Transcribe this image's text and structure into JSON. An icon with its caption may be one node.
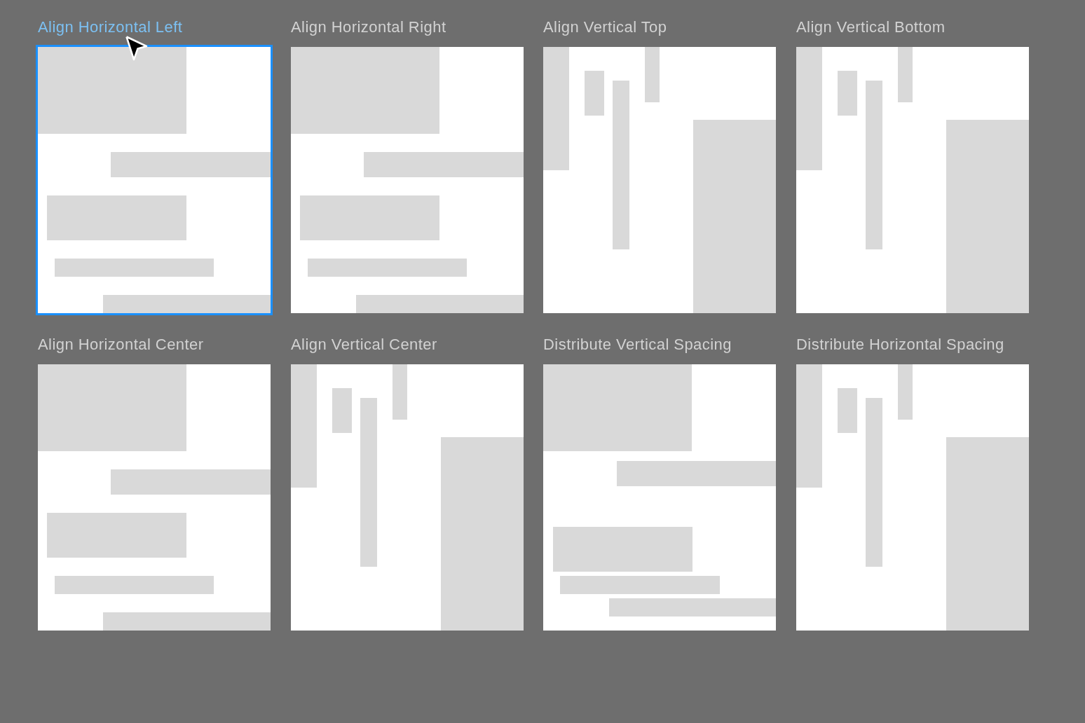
{
  "diagram": {
    "nodes": [
      {
        "text": [
          "Align Horizontal Left"
        ]
      },
      {
        "text": [
          "Align Horizontal Right"
        ]
      },
      {
        "text": [
          "Align Vertical Top"
        ]
      },
      {
        "text": [
          "Align Vertical Bottom"
        ]
      },
      {
        "text": [
          "Align Horizontal Center"
        ]
      },
      {
        "text": [
          "Align Vertical Center"
        ]
      },
      {
        "text": [
          "Distribute Vertical Spacing"
        ]
      },
      {
        "text": [
          "Distribute Horizontal Spacing"
        ]
      }
    ],
    "edges": []
  }
}
